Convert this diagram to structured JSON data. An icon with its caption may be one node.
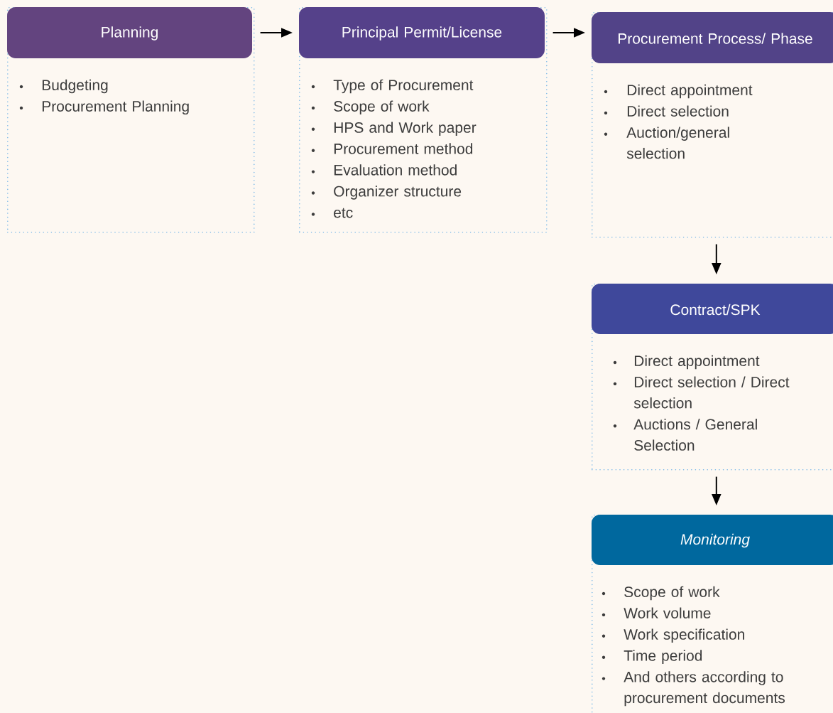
{
  "diagram": {
    "nodes": [
      {
        "text": [
          "Planning",
          "Budgeting",
          "Procurement Planning"
        ]
      },
      {
        "text": [
          "Principal Permit/License",
          "Type of Procurement",
          "Scope of work",
          "HPS and Work paper",
          "Procurement method",
          "Evaluation method",
          "Organizer structure",
          "etc"
        ]
      },
      {
        "text": [
          "Procurement Process/ Phase",
          "Direct appointment",
          "Direct selection",
          "Auction/general selection"
        ]
      },
      {
        "text": [
          "Contract/SPK",
          "Direct appointment",
          "Direct selection / Direct selection",
          "Auctions / General Selection"
        ]
      },
      {
        "text": [
          "Monitoring",
          "Scope of work",
          "Work volume",
          "Work specification",
          "Time period",
          "And others according to procurement documents"
        ]
      }
    ],
    "edges": [
      {
        "from": 0,
        "to": 1,
        "arrow": "to"
      },
      {
        "from": 1,
        "to": 2,
        "arrow": "to"
      },
      {
        "from": 2,
        "to": 3,
        "arrow": "to"
      },
      {
        "from": 3,
        "to": 4,
        "arrow": "to"
      }
    ]
  }
}
